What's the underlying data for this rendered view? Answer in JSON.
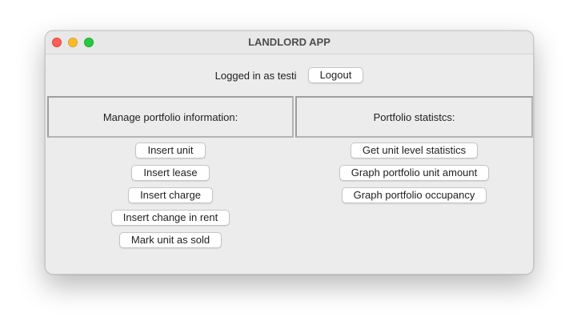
{
  "window": {
    "title": "LANDLORD APP"
  },
  "session": {
    "logged_in_text": "Logged in as testi",
    "logout_label": "Logout"
  },
  "manage": {
    "header": "Manage portfolio information:",
    "buttons": [
      "Insert unit",
      "Insert lease",
      "Insert charge",
      "Insert change in rent",
      "Mark unit as sold"
    ]
  },
  "stats": {
    "header": "Portfolio statistcs:",
    "buttons": [
      "Get unit level statistics",
      "Graph portfolio unit amount",
      "Graph portfolio occupancy"
    ]
  },
  "colors": {
    "close": "#fe5f57",
    "minimize": "#febc2e",
    "maximize": "#28c840",
    "window_bg": "#ececec"
  }
}
